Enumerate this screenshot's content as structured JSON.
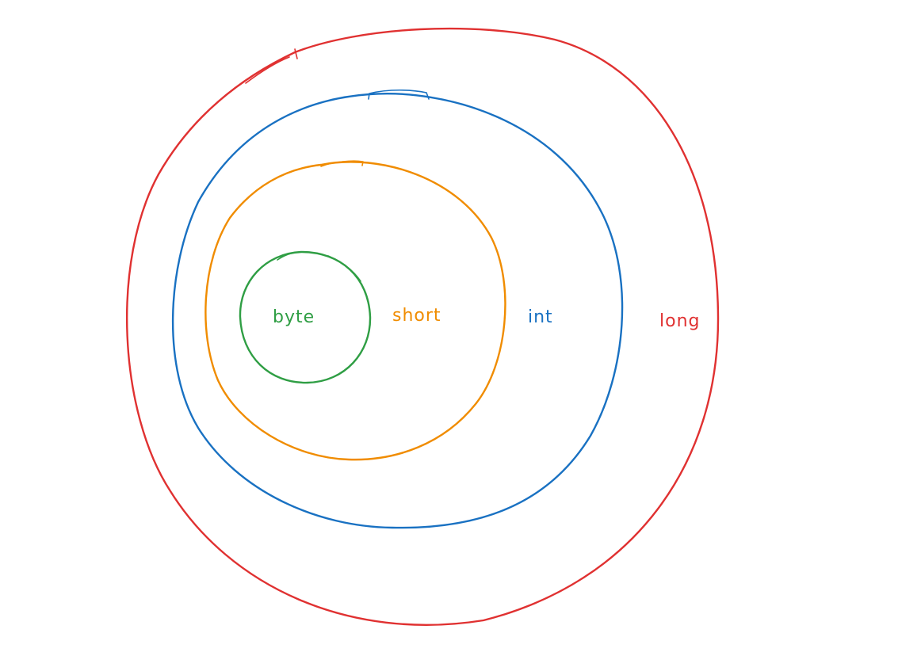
{
  "diagram": {
    "rings": [
      {
        "id": "long",
        "label": "long",
        "color": "#e03131"
      },
      {
        "id": "int",
        "label": "int",
        "color": "#1971c2"
      },
      {
        "id": "short",
        "label": "short",
        "color": "#f08c00"
      },
      {
        "id": "byte",
        "label": "byte",
        "color": "#2f9e44"
      }
    ]
  }
}
